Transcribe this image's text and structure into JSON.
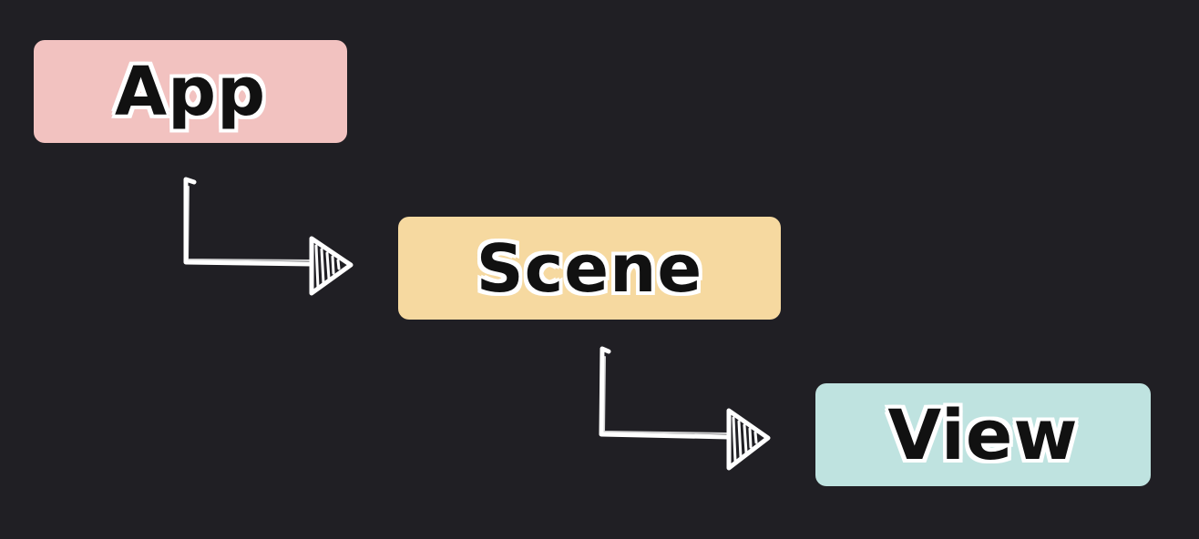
{
  "diagram": {
    "nodes": [
      {
        "id": "app",
        "label": "App",
        "color": "#f2c2c0"
      },
      {
        "id": "scene",
        "label": "Scene",
        "color": "#f6d9a0"
      },
      {
        "id": "view",
        "label": "View",
        "color": "#bfe3e0"
      }
    ],
    "edges": [
      {
        "from": "app",
        "to": "scene",
        "style": "hand-drawn-elbow-arrow"
      },
      {
        "from": "scene",
        "to": "view",
        "style": "hand-drawn-elbow-arrow"
      }
    ],
    "colors": {
      "background": "#201f24",
      "arrow": "#ffffff",
      "label_text": "#111111",
      "label_outline": "#ffffff"
    }
  }
}
